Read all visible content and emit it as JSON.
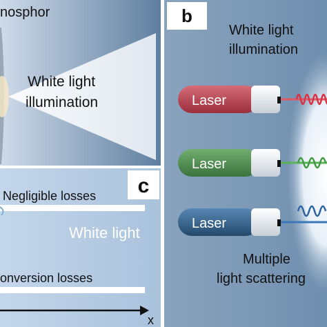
{
  "panel_a": {
    "title": "nosphor",
    "beam_label_line1": "White light",
    "beam_label_line2": "illumination"
  },
  "panel_b": {
    "label": "b",
    "output_label_line1": "White light",
    "output_label_line2": "illumination",
    "lasers": [
      {
        "label": "Laser",
        "color": "#b9434f"
      },
      {
        "label": "Laser",
        "color": "#4a8a4b"
      },
      {
        "label": "Laser",
        "color": "#2f5c84"
      }
    ],
    "scatter_label_line1": "Multiple",
    "scatter_label_line2": "light scattering"
  },
  "panel_c": {
    "label": "c",
    "top_label": "Negligible losses",
    "center_label": "White light",
    "bottom_label": "onversion losses",
    "axis_label": "x"
  }
}
